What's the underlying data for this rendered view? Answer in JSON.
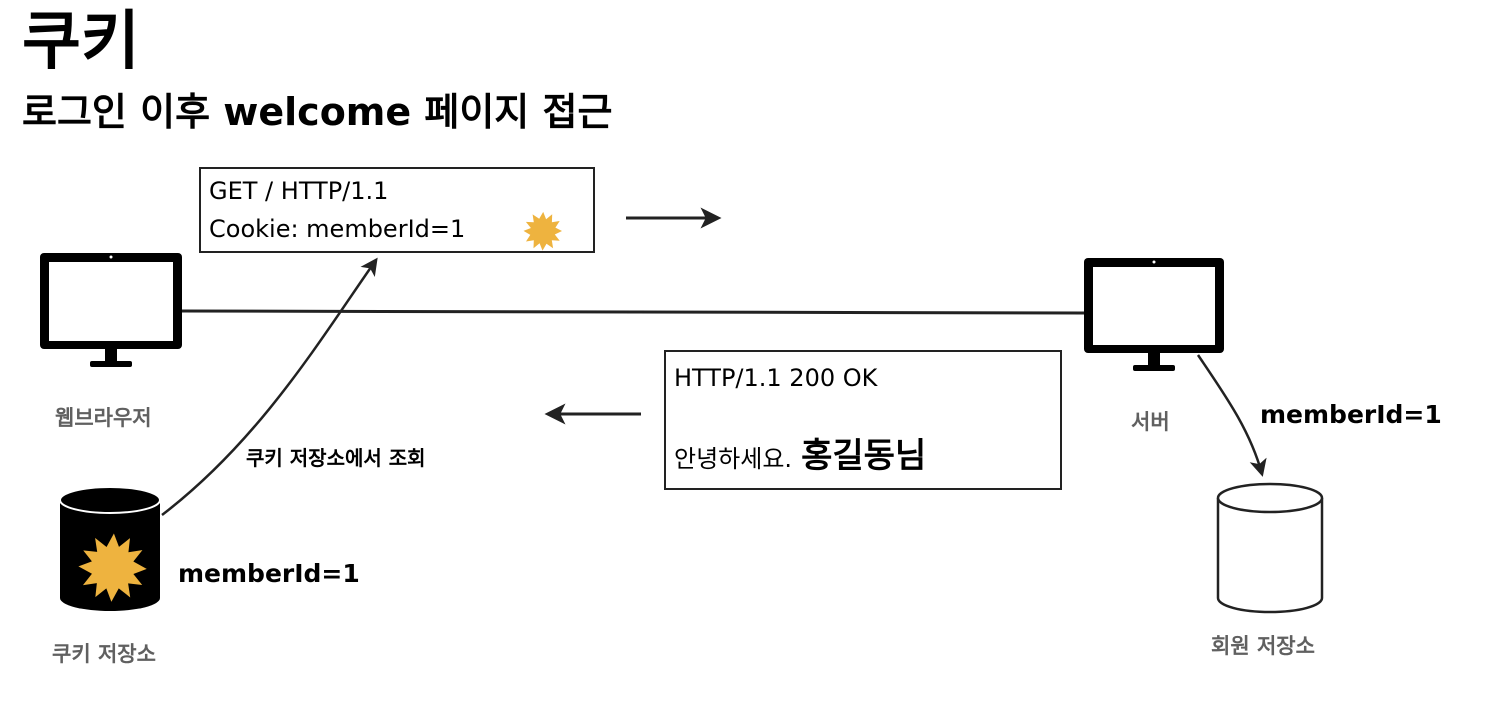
{
  "title": "쿠키",
  "subtitle": "로그인 이후 welcome 페이지 접근",
  "request": {
    "line1": "GET / HTTP/1.1",
    "line2": "Cookie: memberId=1"
  },
  "response": {
    "status": "HTTP/1.1 200 OK",
    "greeting": "안녕하세요.",
    "name": "홍길동님"
  },
  "labels": {
    "browser": "웹브라우저",
    "server": "서버",
    "cookie_store": "쿠키 저장소",
    "member_store": "회원 저장소",
    "cookie_lookup": "쿠키 저장소에서 조회",
    "cookie_value": "memberId=1",
    "server_value": "memberId=1"
  },
  "icons": {
    "browser": "monitor-icon",
    "server": "monitor-icon",
    "cookie_store": "database-cylinder-icon",
    "member_store": "database-cylinder-icon",
    "cookie": "cookie-burst-icon"
  },
  "colors": {
    "cookie": "#EEB33F",
    "line": "#222222",
    "label_gray": "#606060"
  }
}
